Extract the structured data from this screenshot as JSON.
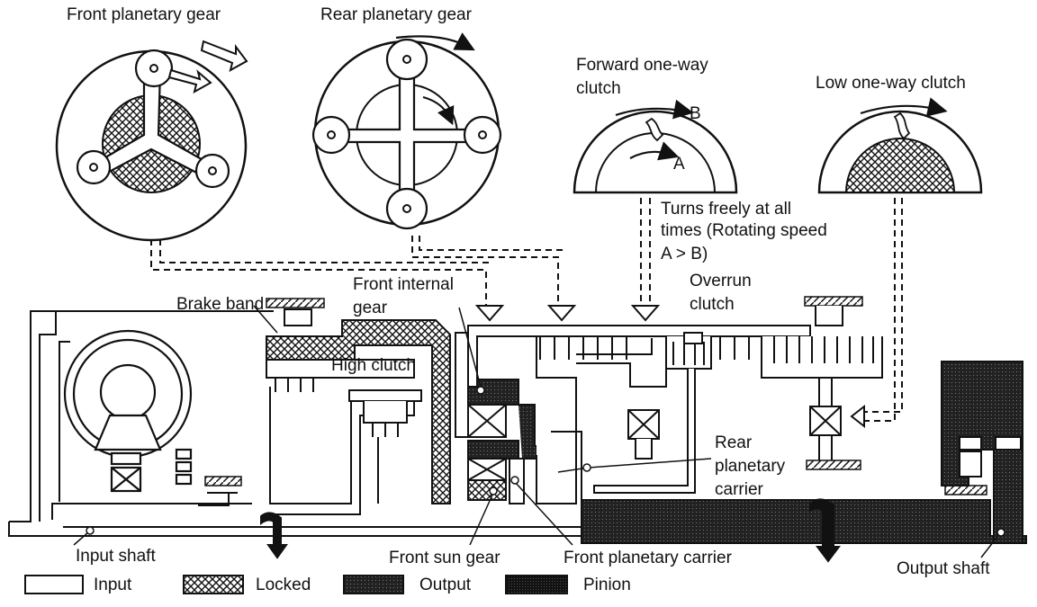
{
  "labels": {
    "front_planetary_gear": "Front planetary gear",
    "rear_planetary_gear": "Rear planetary gear",
    "forward_one_way_clutch_line1": "Forward one-way",
    "forward_one_way_clutch_line2": "clutch",
    "low_one_way_clutch": "Low one-way clutch",
    "arrow_a": "A",
    "arrow_b": "B",
    "turns_freely_line1": "Turns freely at all",
    "turns_freely_line2": "times (Rotating speed",
    "turns_freely_line3": "A > B)",
    "brake_band": "Brake band",
    "front_internal_gear_line1": "Front internal",
    "front_internal_gear_line2": "gear",
    "high_clutch": "High clutch",
    "overrun_clutch_line1": "Overrun",
    "overrun_clutch_line2": "clutch",
    "rear_planetary_carrier_line1": "Rear",
    "rear_planetary_carrier_line2": "planetary",
    "rear_planetary_carrier_line3": "carrier",
    "input_shaft": "Input shaft",
    "front_sun_gear": "Front sun gear",
    "front_planetary_carrier": "Front planetary carrier",
    "output_shaft": "Output shaft"
  },
  "legend": [
    {
      "label": "Input",
      "pattern": "white"
    },
    {
      "label": "Locked",
      "pattern": "crosshatch"
    },
    {
      "label": "Output",
      "pattern": "dark-stipple"
    },
    {
      "label": "Pinion",
      "pattern": "dark-stipple-dense"
    }
  ],
  "colors": {
    "ink": "#111111",
    "paper": "#ffffff",
    "output_fill": "#2b2b2b"
  }
}
